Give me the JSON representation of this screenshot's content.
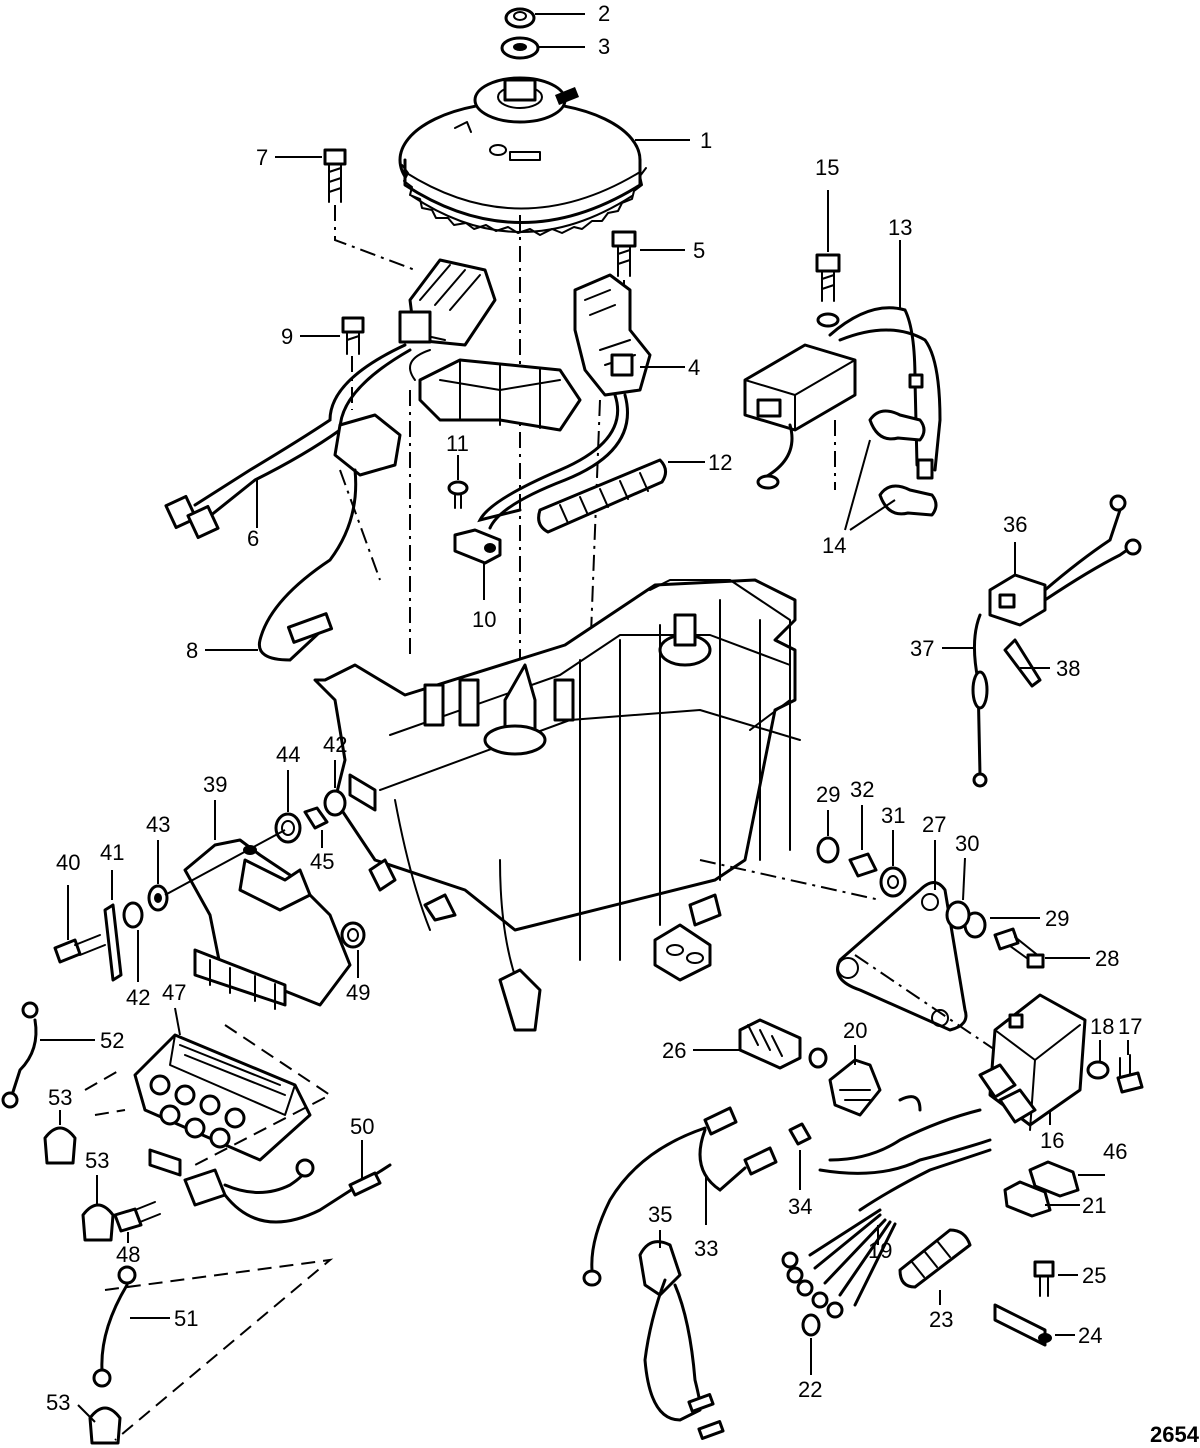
{
  "figure_number": "2654",
  "callouts": [
    "1",
    "2",
    "3",
    "4",
    "5",
    "6",
    "7",
    "8",
    "9",
    "10",
    "11",
    "12",
    "13",
    "14",
    "15",
    "16",
    "17",
    "18",
    "19",
    "20",
    "21",
    "22",
    "23",
    "24",
    "25",
    "26",
    "27",
    "28",
    "29",
    "29",
    "30",
    "31",
    "32",
    "33",
    "34",
    "35",
    "36",
    "37",
    "38",
    "39",
    "40",
    "41",
    "42",
    "42",
    "42",
    "43",
    "44",
    "45",
    "46",
    "47",
    "48",
    "49",
    "50",
    "51",
    "52",
    "53",
    "53",
    "53",
    "53"
  ]
}
